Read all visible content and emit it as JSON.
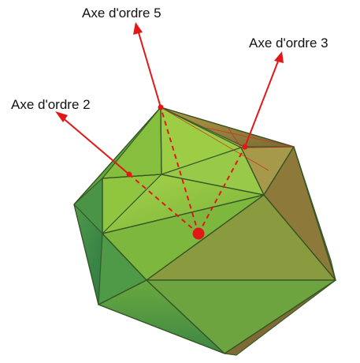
{
  "labels": {
    "axis_order_5": "Axe d'ordre 5",
    "axis_order_3": "Axe d'ordre 3",
    "axis_order_2": "Axe d'ordre 2"
  },
  "colors": {
    "axis_red": "#e01818",
    "face_light_green": "#8cc63a",
    "face_mid_green": "#5ea83c",
    "face_dark_green": "#2f7a46",
    "face_olive": "#9a8a3c",
    "edge": "#3a5a2a",
    "background": "#ffffff"
  }
}
